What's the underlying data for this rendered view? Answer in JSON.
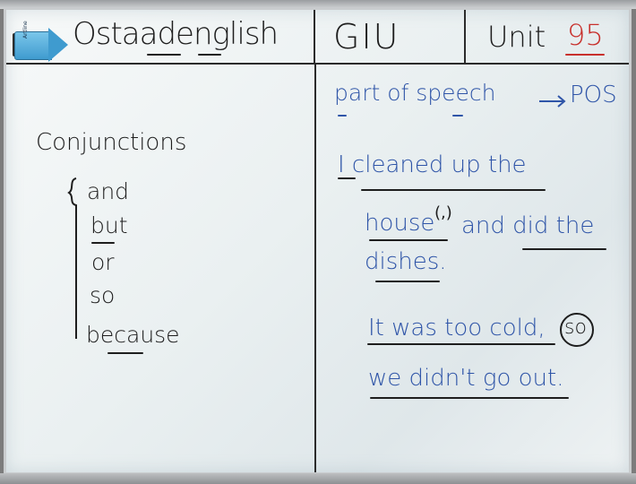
{
  "header": {
    "brand": "Ostaadenglish",
    "course": "GIU",
    "unit_label": "Unit",
    "unit_number": "95"
  },
  "eraser": {
    "brand_text": "Artline",
    "icon": "whiteboard-eraser-icon"
  },
  "left_panel": {
    "title": "Conjunctions",
    "items": [
      "and",
      "but",
      "or",
      "so",
      "because"
    ]
  },
  "right_panel": {
    "pos_text": "part of speech",
    "pos_abbr": "POS",
    "sentence1_line1": "I cleaned up the",
    "sentence1_line2a": "house",
    "sentence1_comma": "(,)",
    "sentence1_line2b": "and did the",
    "sentence1_line3": "dishes.",
    "sentence2_line1": "It was too cold,",
    "sentence2_circled": "so",
    "sentence2_line2": "we didn't go out."
  },
  "colors": {
    "ink_black": "#1e1e1e",
    "ink_blue": "#2f55a8",
    "ink_red": "#c8302c",
    "eraser": "#3f9bcf"
  }
}
